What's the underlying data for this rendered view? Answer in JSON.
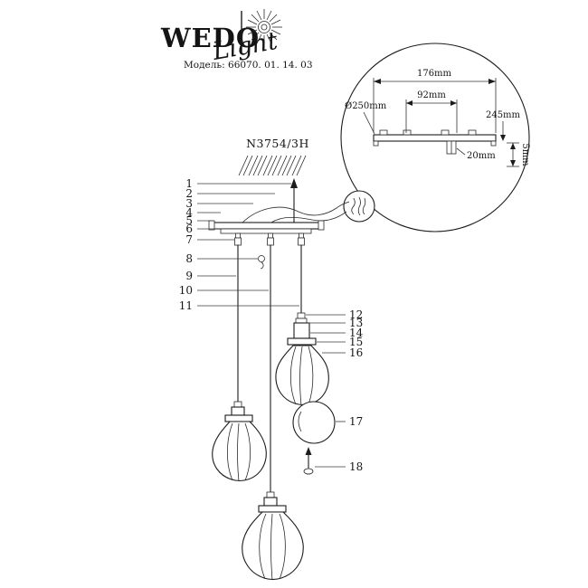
{
  "colors": {
    "ink": "#1c1c1c",
    "background": "#ffffff"
  },
  "brand": {
    "wordmark": "WEDO",
    "script": "Light",
    "model_line": "Модель: 66070. 01. 14. 03"
  },
  "drawing": {
    "part_code": "N3754/3H",
    "detail": {
      "dim_176": "176mm",
      "dim_92": "92mm",
      "dim_d250": "Ø250mm",
      "dim_245": "245mm",
      "dim_20": "20mm",
      "dim_5": "5mm"
    },
    "callouts": {
      "left": [
        "1",
        "2",
        "3",
        "4",
        "5",
        "6",
        "7",
        "8",
        "9",
        "10",
        "11"
      ],
      "right": [
        "12",
        "13",
        "14",
        "15",
        "16",
        "17",
        "18"
      ]
    }
  }
}
